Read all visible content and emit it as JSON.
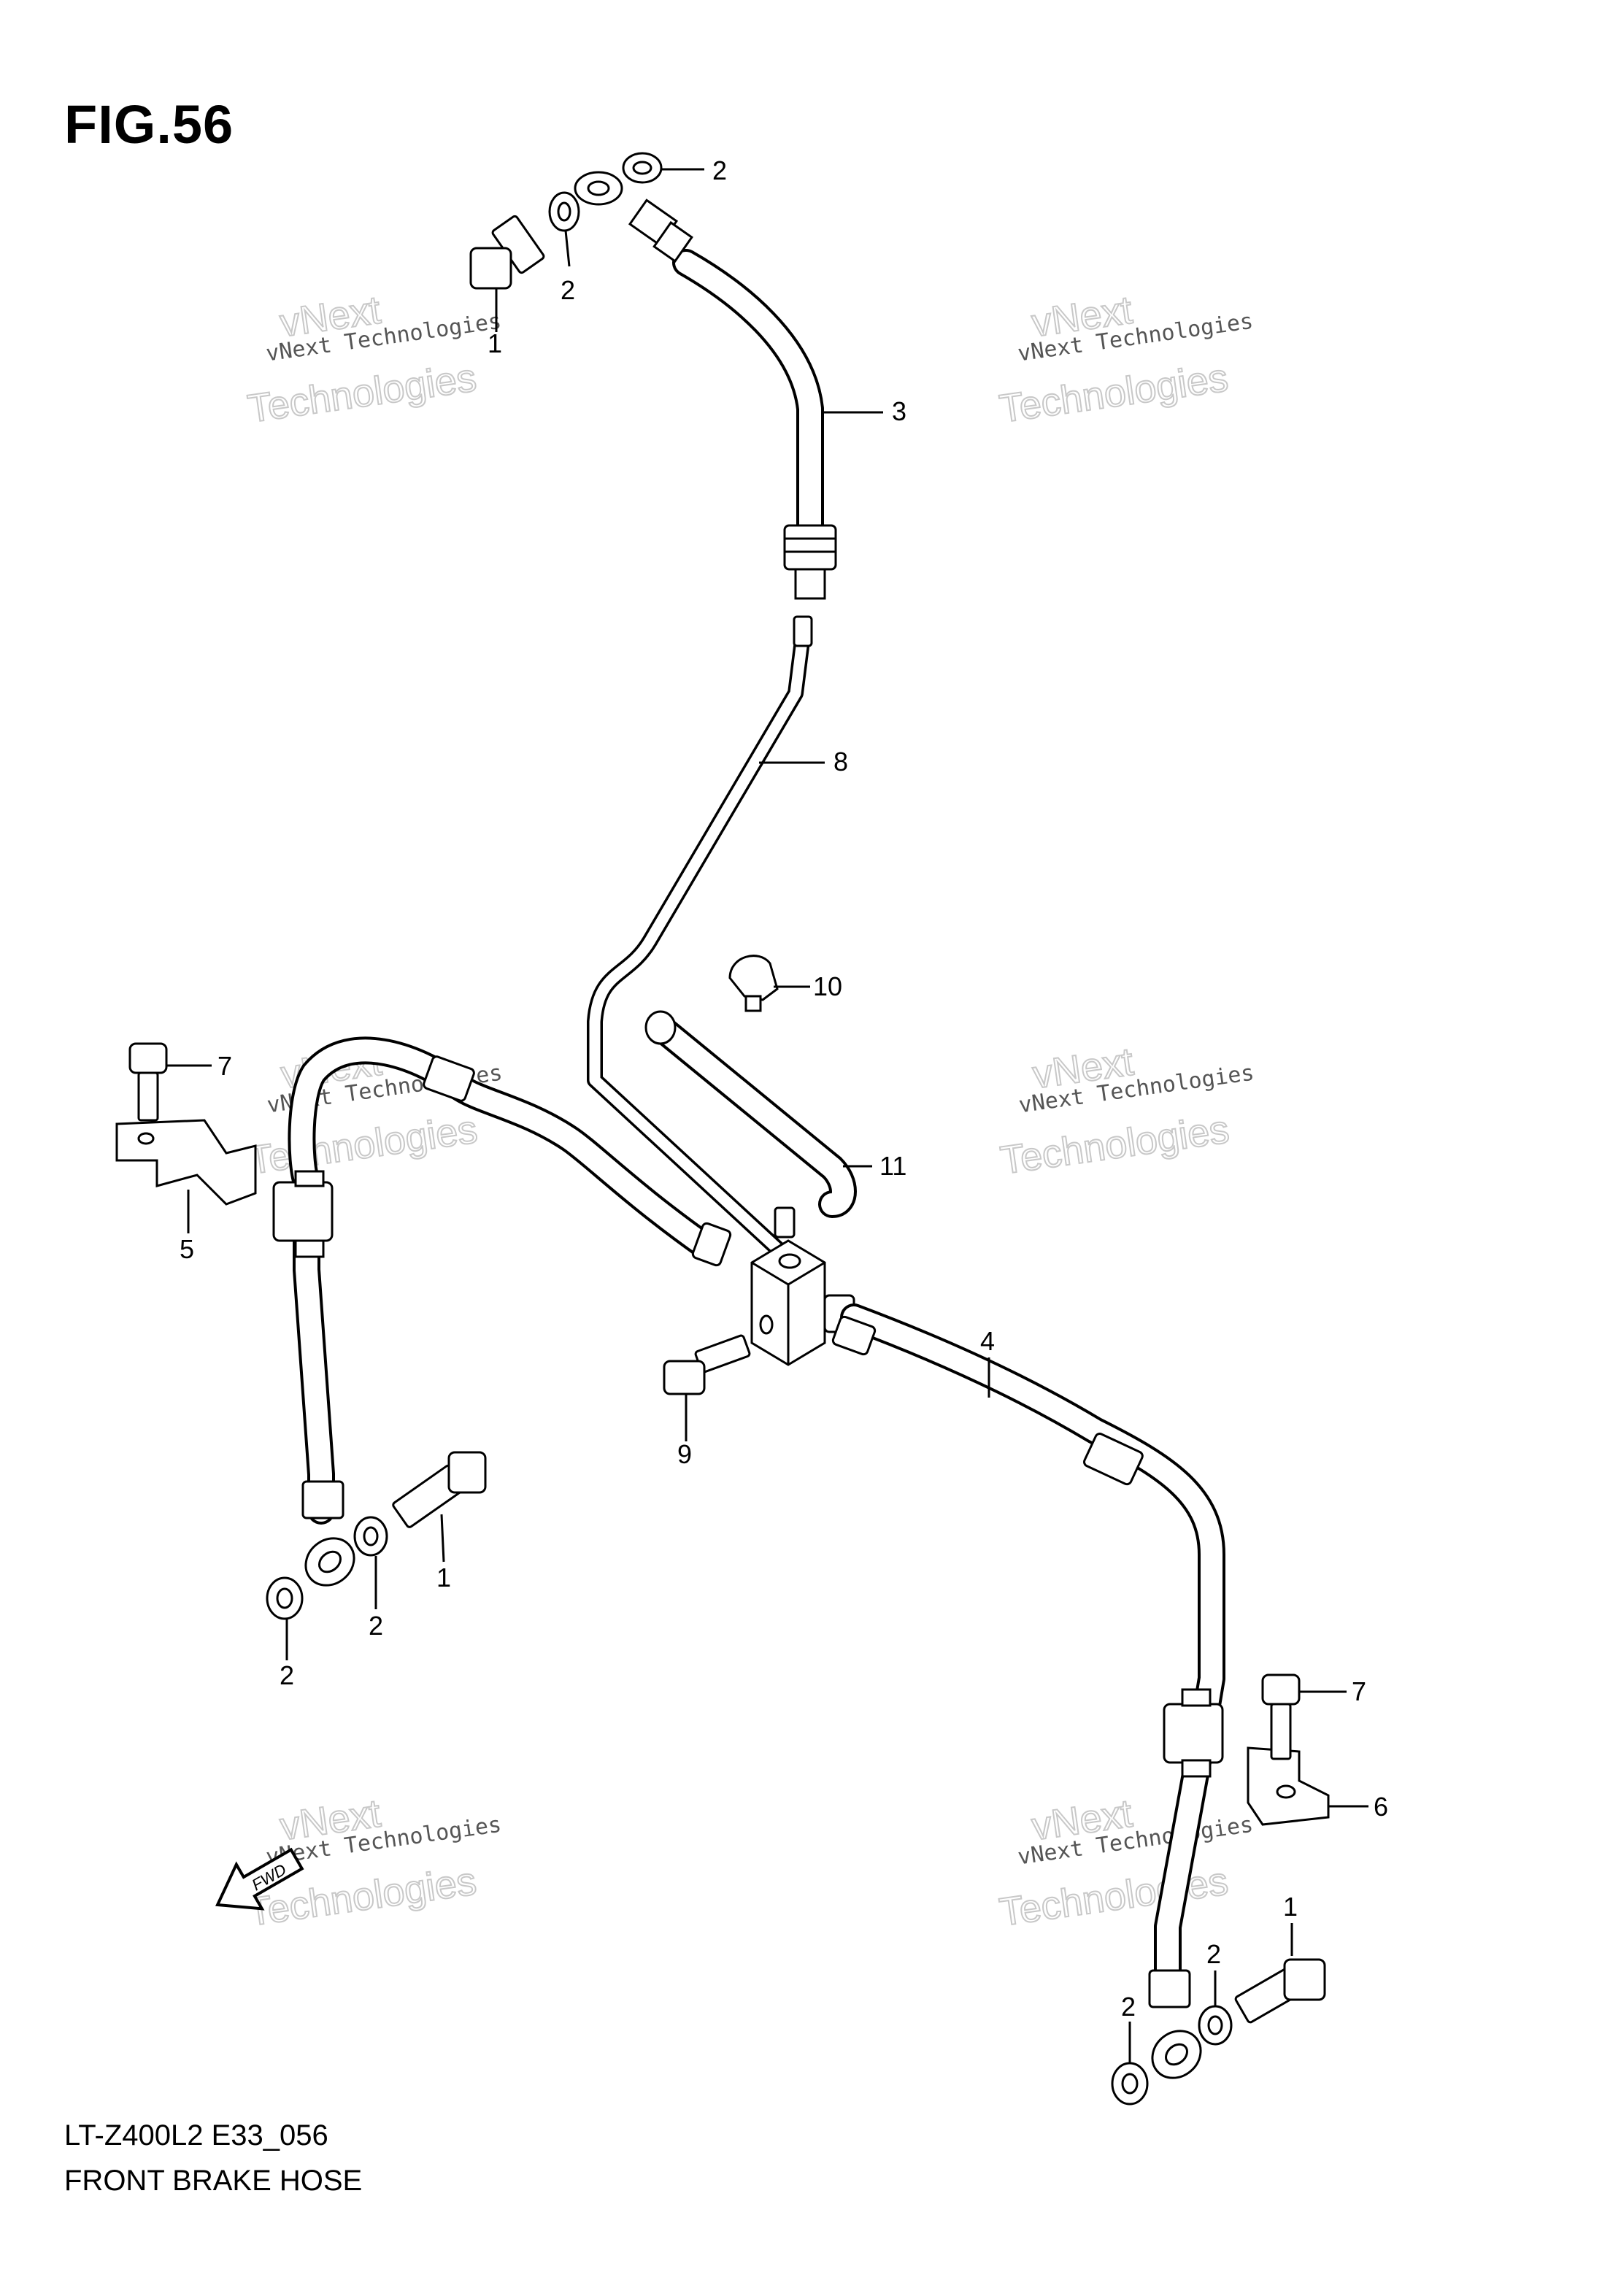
{
  "figure": {
    "title": "FIG.56",
    "model_code": "LT-Z400L2 E33_056",
    "name": "FRONT BRAKE HOSE"
  },
  "watermark": {
    "line1": "vNext Technologies",
    "line2": "vNext",
    "line3": "Technologies"
  },
  "callouts": {
    "c1_top": "1",
    "c2_top_right": "2",
    "c2_top_left": "2",
    "c3": "3",
    "c8": "8",
    "c10": "10",
    "c7_left": "7",
    "c11": "11",
    "c5": "5",
    "c4": "4",
    "c9": "9",
    "c1_left": "1",
    "c2_left_a": "2",
    "c2_left_b": "2",
    "c7_right": "7",
    "c6": "6",
    "c1_right": "1",
    "c2_right_a": "2",
    "c2_right_b": "2"
  },
  "direction_arrow": "FWD",
  "icons": {
    "fwd": "fwd-arrow-icon"
  }
}
